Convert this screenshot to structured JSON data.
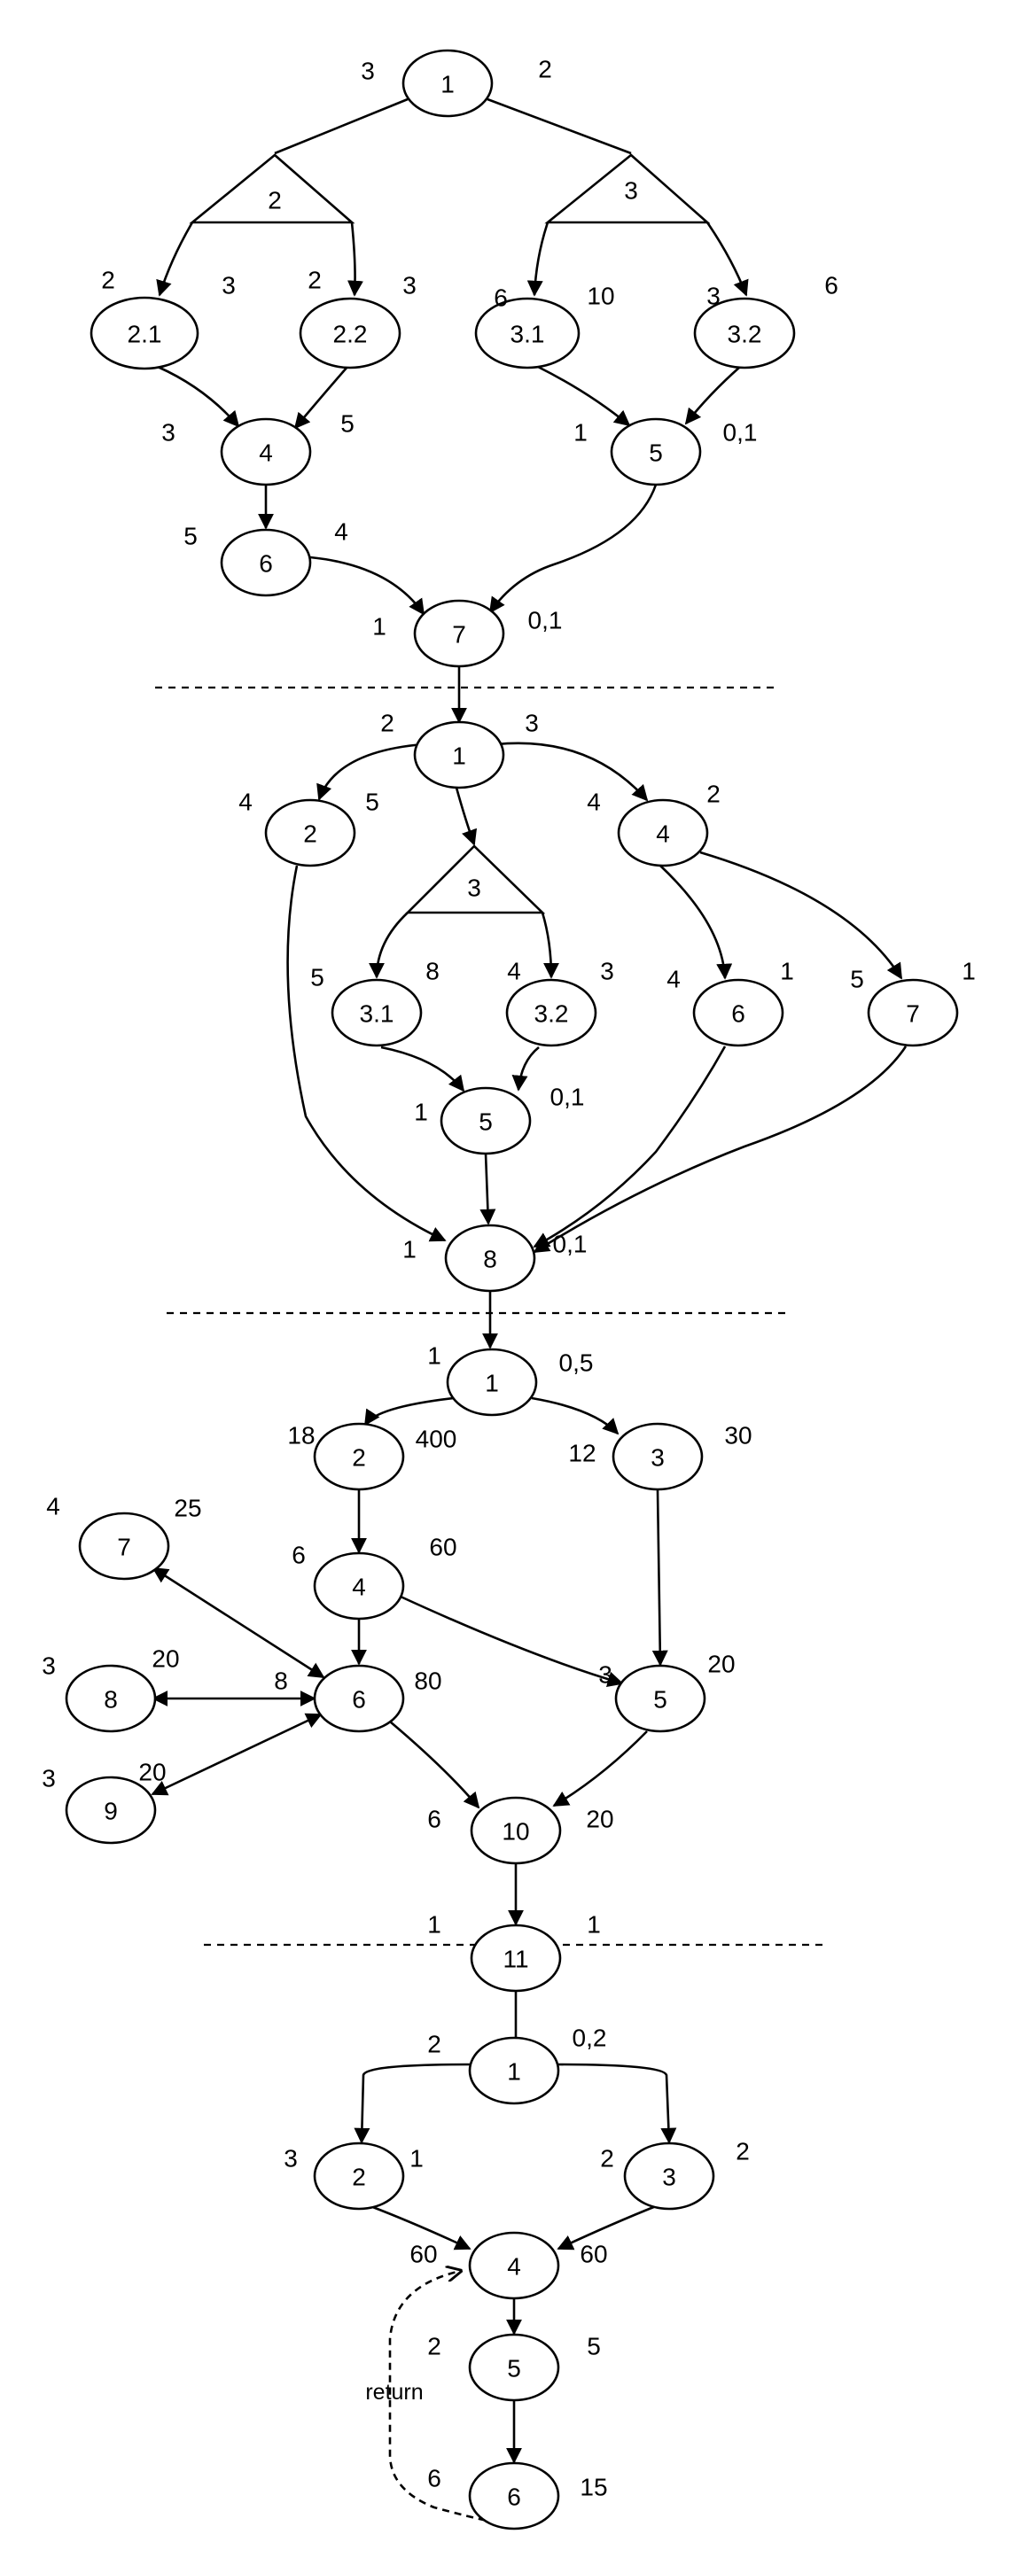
{
  "diagrams": [
    {
      "nodes": [
        {
          "id": "1",
          "label": "1",
          "weights": [
            "3",
            "2"
          ]
        },
        {
          "id": "2.1",
          "label": "2.1",
          "weights": [
            "2",
            "3"
          ]
        },
        {
          "id": "2.2",
          "label": "2.2",
          "weights": [
            "2",
            "3"
          ]
        },
        {
          "id": "3.1",
          "label": "3.1",
          "weights": [
            "6",
            "10"
          ]
        },
        {
          "id": "3.2",
          "label": "3.2",
          "weights": [
            "3",
            "6"
          ]
        },
        {
          "id": "4",
          "label": "4",
          "weights": [
            "3",
            "5"
          ]
        },
        {
          "id": "5",
          "label": "5",
          "weights": [
            "1",
            "0,1"
          ]
        },
        {
          "id": "6",
          "label": "6",
          "weights": [
            "5",
            "4"
          ]
        },
        {
          "id": "7",
          "label": "7",
          "weights": [
            "1",
            "0,1"
          ]
        }
      ],
      "forks": [
        {
          "id": "t2",
          "label": "2"
        },
        {
          "id": "t3",
          "label": "3"
        }
      ],
      "edges": [
        {
          "from": "1",
          "to": "t2"
        },
        {
          "from": "1",
          "to": "t3"
        },
        {
          "from": "t2",
          "to": "2.1"
        },
        {
          "from": "t2",
          "to": "2.2"
        },
        {
          "from": "t3",
          "to": "3.1"
        },
        {
          "from": "t3",
          "to": "3.2"
        },
        {
          "from": "2.1",
          "to": "4"
        },
        {
          "from": "2.2",
          "to": "4"
        },
        {
          "from": "3.1",
          "to": "5"
        },
        {
          "from": "3.2",
          "to": "5"
        },
        {
          "from": "4",
          "to": "6"
        },
        {
          "from": "6",
          "to": "7"
        },
        {
          "from": "5",
          "to": "7"
        }
      ]
    },
    {
      "nodes": [
        {
          "id": "1",
          "label": "1",
          "weights": [
            "2",
            "3"
          ]
        },
        {
          "id": "2",
          "label": "2",
          "weights": [
            "4",
            "5"
          ]
        },
        {
          "id": "4",
          "label": "4",
          "weights": [
            "4",
            "2"
          ]
        },
        {
          "id": "3.1",
          "label": "3.1",
          "weights": [
            "5",
            "8"
          ]
        },
        {
          "id": "3.2",
          "label": "3.2",
          "weights": [
            "4",
            "3"
          ]
        },
        {
          "id": "6",
          "label": "6",
          "weights": [
            "4",
            "1"
          ]
        },
        {
          "id": "7",
          "label": "7",
          "weights": [
            "5",
            "1"
          ]
        },
        {
          "id": "5",
          "label": "5",
          "weights": [
            "1",
            "0,1"
          ]
        },
        {
          "id": "8",
          "label": "8",
          "weights": [
            "1",
            "0,1"
          ]
        }
      ],
      "forks": [
        {
          "id": "t3",
          "label": "3"
        }
      ],
      "edges": [
        {
          "from": "1",
          "to": "2"
        },
        {
          "from": "1",
          "to": "t3"
        },
        {
          "from": "1",
          "to": "4"
        },
        {
          "from": "t3",
          "to": "3.1"
        },
        {
          "from": "t3",
          "to": "3.2"
        },
        {
          "from": "4",
          "to": "6"
        },
        {
          "from": "4",
          "to": "7"
        },
        {
          "from": "3.1",
          "to": "5"
        },
        {
          "from": "3.2",
          "to": "5"
        },
        {
          "from": "2",
          "to": "8"
        },
        {
          "from": "5",
          "to": "8"
        },
        {
          "from": "6",
          "to": "8"
        },
        {
          "from": "7",
          "to": "8"
        }
      ]
    },
    {
      "nodes": [
        {
          "id": "1",
          "label": "1",
          "weights": [
            "1",
            "0,5"
          ]
        },
        {
          "id": "2",
          "label": "2",
          "weights": [
            "18",
            "400"
          ]
        },
        {
          "id": "3",
          "label": "3",
          "weights": [
            "12",
            "30"
          ]
        },
        {
          "id": "7",
          "label": "7",
          "weights": [
            "4",
            "25"
          ]
        },
        {
          "id": "4",
          "label": "4",
          "weights": [
            "6",
            "60"
          ]
        },
        {
          "id": "8",
          "label": "8",
          "weights": [
            "3",
            "20"
          ]
        },
        {
          "id": "6",
          "label": "6",
          "weights": [
            "8",
            "80"
          ]
        },
        {
          "id": "5",
          "label": "5",
          "weights": [
            "3",
            "20"
          ]
        },
        {
          "id": "9",
          "label": "9",
          "weights": [
            "3",
            "20"
          ]
        },
        {
          "id": "10",
          "label": "10",
          "weights": [
            "6",
            "20"
          ]
        },
        {
          "id": "11",
          "label": "11",
          "weights": [
            "1",
            "1"
          ]
        }
      ],
      "edges": [
        {
          "from": "1",
          "to": "2"
        },
        {
          "from": "1",
          "to": "3"
        },
        {
          "from": "2",
          "to": "4"
        },
        {
          "from": "4",
          "to": "6"
        },
        {
          "from": "4",
          "to": "5"
        },
        {
          "from": "3",
          "to": "5"
        },
        {
          "from": "6",
          "to": "7",
          "bidirectional": true
        },
        {
          "from": "6",
          "to": "8",
          "bidirectional": true
        },
        {
          "from": "6",
          "to": "9",
          "bidirectional": true
        },
        {
          "from": "6",
          "to": "10"
        },
        {
          "from": "5",
          "to": "10"
        },
        {
          "from": "10",
          "to": "11"
        }
      ]
    },
    {
      "nodes": [
        {
          "id": "1",
          "label": "1",
          "weights": [
            "2",
            "0,2"
          ]
        },
        {
          "id": "2",
          "label": "2",
          "weights": [
            "3",
            "1"
          ]
        },
        {
          "id": "3",
          "label": "3",
          "weights": [
            "2",
            "2"
          ]
        },
        {
          "id": "4",
          "label": "4",
          "weights": [
            "60",
            "60"
          ]
        },
        {
          "id": "5",
          "label": "5",
          "weights": [
            "2",
            "5"
          ]
        },
        {
          "id": "6",
          "label": "6",
          "weights": [
            "6",
            "15"
          ]
        }
      ],
      "edges": [
        {
          "from": "1",
          "to": "2"
        },
        {
          "from": "1",
          "to": "3"
        },
        {
          "from": "2",
          "to": "4"
        },
        {
          "from": "3",
          "to": "4"
        },
        {
          "from": "4",
          "to": "5"
        },
        {
          "from": "5",
          "to": "6"
        },
        {
          "from": "6",
          "to": "4",
          "style": "dashed",
          "label": "return"
        }
      ]
    }
  ]
}
